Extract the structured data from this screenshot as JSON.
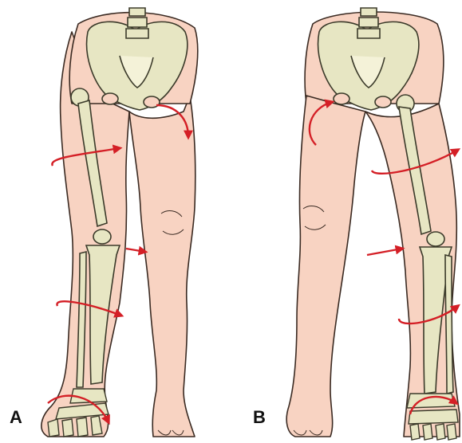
{
  "panels": [
    {
      "id": "A",
      "label": "A"
    },
    {
      "id": "B",
      "label": "B"
    }
  ],
  "colors": {
    "skin": "#f8d3c2",
    "skin_outline": "#3a2a22",
    "bone": "#e7e6c3",
    "bone_outline": "#3b3a2a",
    "arrow": "#d41f26",
    "background": "#ffffff"
  },
  "icons": [
    "pelvis-icon",
    "femur-icon",
    "tibia-icon",
    "fibula-icon",
    "patella-icon",
    "foot-bones-icon",
    "rotation-arrow-icon"
  ]
}
